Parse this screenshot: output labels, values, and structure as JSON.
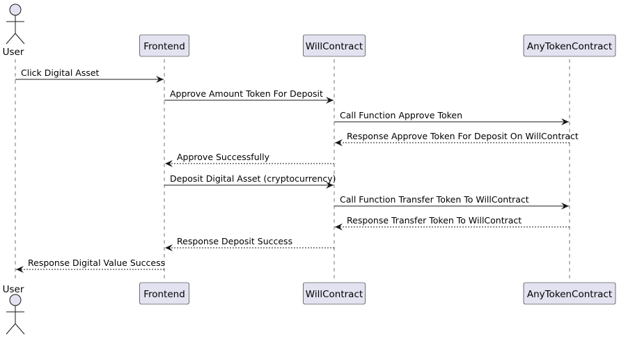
{
  "colors": {
    "participant_fill": "#E2E2F0",
    "participant_stroke": "#181818",
    "lifeline": "#181818",
    "arrow": "#181818",
    "text": "#000000",
    "background": "#FFFFFF"
  },
  "participants": [
    {
      "id": "user",
      "label": "User",
      "kind": "actor"
    },
    {
      "id": "frontend",
      "label": "Frontend",
      "kind": "participant"
    },
    {
      "id": "willcontract",
      "label": "WillContract",
      "kind": "participant"
    },
    {
      "id": "anytoken",
      "label": "AnyTokenContract",
      "kind": "participant"
    }
  ],
  "messages": [
    {
      "from": "user",
      "to": "frontend",
      "label": "Click Digital Asset",
      "style": "solid"
    },
    {
      "from": "frontend",
      "to": "willcontract",
      "label": "Approve Amount Token For Deposit",
      "style": "solid"
    },
    {
      "from": "willcontract",
      "to": "anytoken",
      "label": "Call Function Approve Token",
      "style": "solid"
    },
    {
      "from": "anytoken",
      "to": "willcontract",
      "label": "Response Approve Token For Deposit On WillContract",
      "style": "dashed"
    },
    {
      "from": "willcontract",
      "to": "frontend",
      "label": "Approve Successfully",
      "style": "dashed"
    },
    {
      "from": "frontend",
      "to": "willcontract",
      "label": "Deposit Digital Asset (cryptocurrency)",
      "style": "solid"
    },
    {
      "from": "willcontract",
      "to": "anytoken",
      "label": "Call Function Transfer Token To WillContract",
      "style": "solid"
    },
    {
      "from": "anytoken",
      "to": "willcontract",
      "label": "Response Transfer Token To WillContract",
      "style": "dashed"
    },
    {
      "from": "willcontract",
      "to": "frontend",
      "label": "Response Deposit Success",
      "style": "dashed"
    },
    {
      "from": "frontend",
      "to": "user",
      "label": "Response Digital Value Success",
      "style": "dashed"
    }
  ]
}
